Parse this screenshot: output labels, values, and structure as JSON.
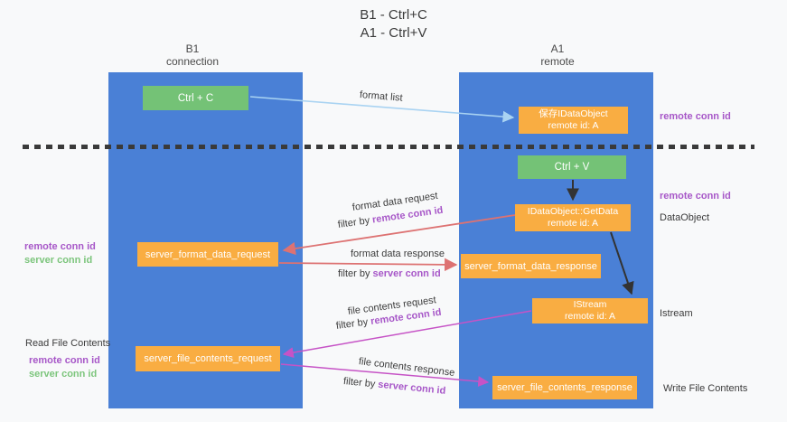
{
  "title": {
    "line1": "B1 - Ctrl+C",
    "line2": "A1 - Ctrl+V"
  },
  "columns": {
    "left": {
      "name": "B1",
      "role": "connection"
    },
    "right": {
      "name": "A1",
      "role": "remote"
    }
  },
  "nodes": {
    "ctrl_c": {
      "label": "Ctrl + C"
    },
    "ctrl_v": {
      "label": "Ctrl + V"
    },
    "save_dataobject": {
      "line1": "保存IDataObject",
      "line2": "remote id: A"
    },
    "getdata": {
      "line1": "IDataObject::GetData",
      "line2": "remote id: A"
    },
    "istream": {
      "line1": "IStream",
      "line2": "remote id: A"
    },
    "server_format_data_request": {
      "label": "server_format_data_request"
    },
    "server_format_data_response": {
      "label": "server_format_data_response"
    },
    "server_file_contents_request": {
      "label": "server_file_contents_request"
    },
    "server_file_contents_response": {
      "label": "server_file_contents_response"
    }
  },
  "flows": {
    "format_list": {
      "label": "format list"
    },
    "format_request": {
      "label": "format data request",
      "filter_prefix": "filter by ",
      "filter_key": "remote conn id"
    },
    "format_response": {
      "label": "format data response",
      "filter_prefix": "filter by ",
      "filter_key": "server conn id"
    },
    "file_request": {
      "label": "file contents request",
      "filter_prefix": "filter by ",
      "filter_key": "remote conn id"
    },
    "file_response": {
      "label": "file contents response",
      "filter_prefix": "filter by ",
      "filter_key": "server conn id"
    }
  },
  "annotations": {
    "right_top_remote": "remote conn id",
    "right_mid_remote": "remote conn id",
    "dataobject": "DataObject",
    "istream": "Istream",
    "write_file": "Write File Contents",
    "read_file": "Read File Contents",
    "left_mid": {
      "remote": "remote conn id",
      "server": "server conn id"
    },
    "left_bottom": {
      "remote": "remote conn id",
      "server": "server conn id"
    }
  },
  "colors": {
    "column": "#4a80d6",
    "green_box": "#74c276",
    "orange_box": "#f9ad42",
    "purple_label": "#a757c8",
    "green_label": "#7cc57c",
    "arrow_blue": "#a9d3f2",
    "arrow_red": "#dd7272",
    "arrow_pink": "#c653c6",
    "arrow_black": "#333333",
    "background": "#f8f9fa"
  }
}
